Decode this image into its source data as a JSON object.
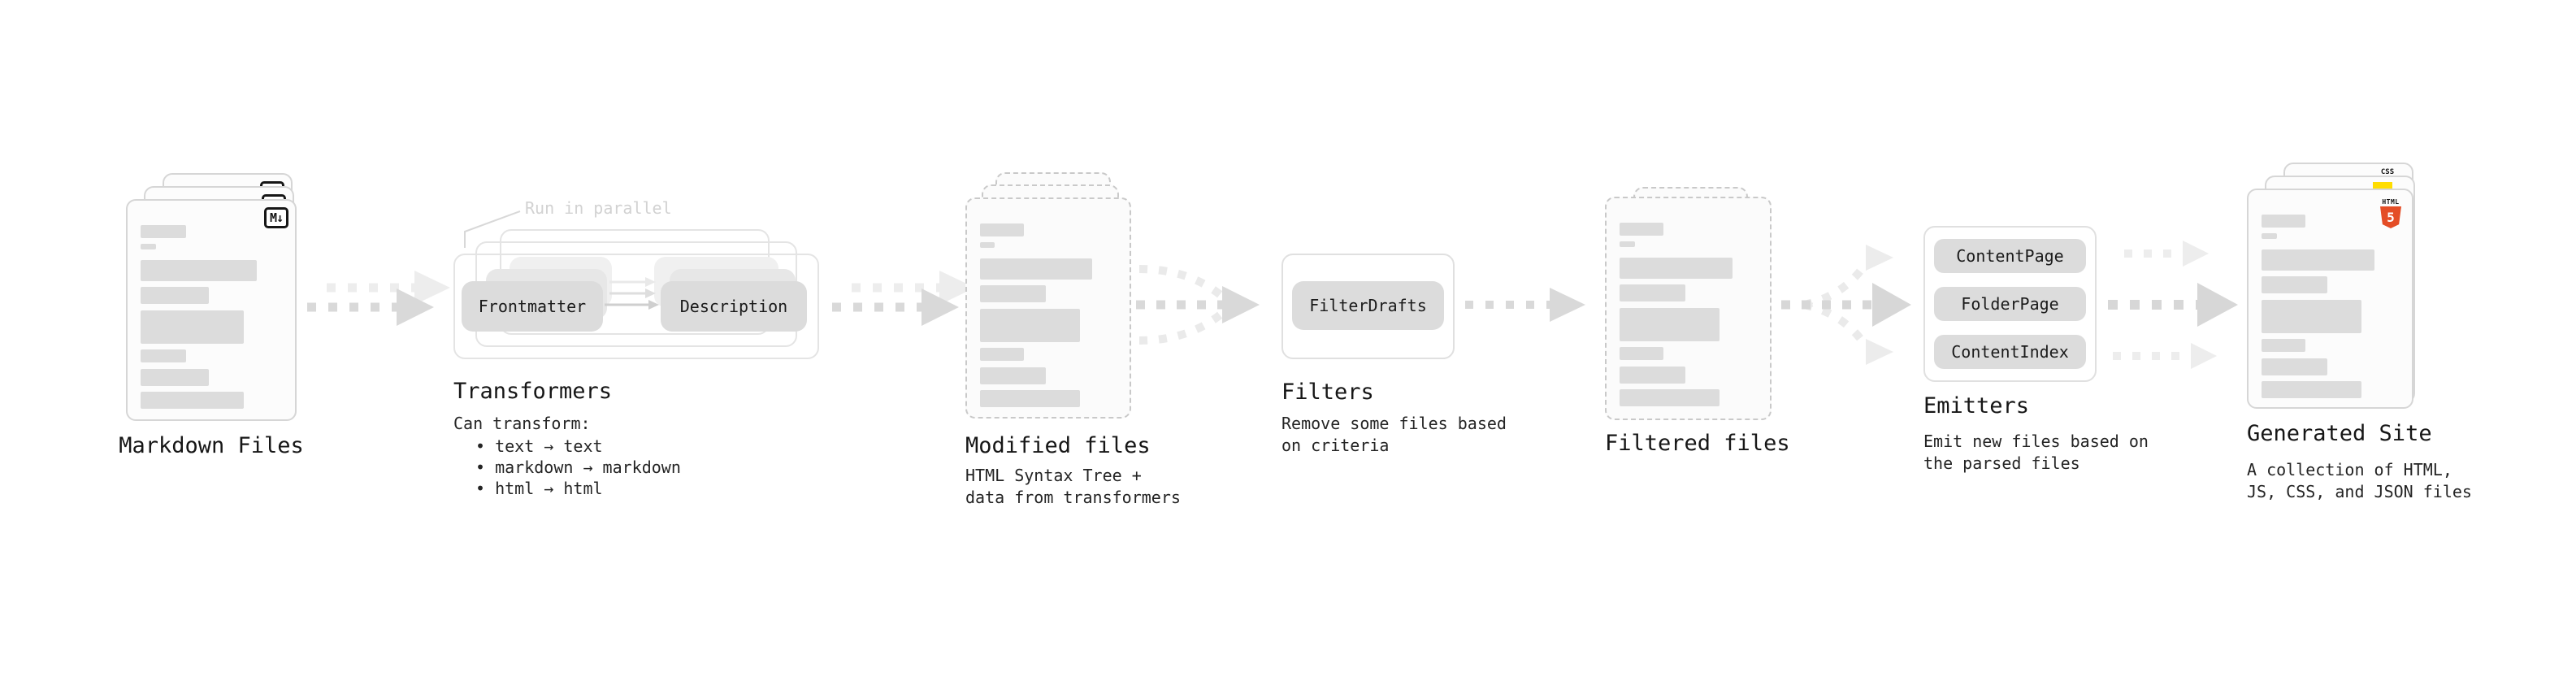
{
  "diagram": {
    "annotation_run_in_parallel": "Run in parallel",
    "stages": {
      "markdown_files": {
        "label": "Markdown Files",
        "badge": "M↓"
      },
      "transformers": {
        "label": "Transformers",
        "pill_left": "Frontmatter",
        "pill_right": "Description",
        "desc_heading": "Can transform:",
        "bullets": [
          "• text → text",
          "• markdown → markdown",
          "• html → html"
        ]
      },
      "modified_files": {
        "label": "Modified files",
        "desc": [
          "HTML Syntax Tree +",
          "data from transformers"
        ]
      },
      "filters": {
        "label": "Filters",
        "pill": "FilterDrafts",
        "desc": [
          "Remove some files based",
          "on criteria"
        ]
      },
      "filtered_files": {
        "label": "Filtered files"
      },
      "emitters": {
        "label": "Emitters",
        "pills": [
          "ContentPage",
          "FolderPage",
          "ContentIndex"
        ],
        "desc": [
          "Emit new files based on",
          "the parsed files"
        ]
      },
      "generated_site": {
        "label": "Generated Site",
        "badge_css": "CSS",
        "badge_html": "HTML",
        "badge_html_number": "5",
        "desc": [
          "A collection of HTML,",
          "JS, CSS, and JSON files"
        ]
      }
    }
  }
}
